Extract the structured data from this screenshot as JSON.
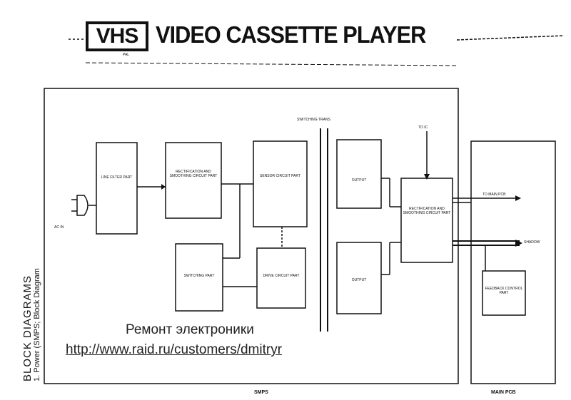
{
  "header": {
    "logo_text": "VHS",
    "logo_sub": "PAL",
    "title": "VIDEO CASSETTE PLAYER"
  },
  "side_title": {
    "line1": "BLOCK DIAGRAMS",
    "line2": "1. Power (SMPS; Block Diagram"
  },
  "blocks": {
    "b1": "LINE FILTER PART",
    "b2": "RECTIFICATION AND SMOOTHING CIRCUIT PART",
    "b3": "SENSOR CIRCUIT PART",
    "b4": "SWITCHING PART",
    "b5": "DRIVE CIRCUIT PART",
    "b6": "OUTPUT",
    "b7": "OUTPUT",
    "b8": "RECTIFICATION AND SMOOTHING CIRCUIT PART",
    "b9": "FEEDBACK CONTROL PART"
  },
  "labels": {
    "ac": "AC IN",
    "transformer": "SWITCHING TRANS",
    "top_in": "TO IC",
    "out1": "TO MAIN PCB",
    "out2": "SHADOW"
  },
  "watermark": {
    "line1": "Ремонт электрoники",
    "line2": "http://www.raid.ru/customers/dmitryr"
  },
  "footer": {
    "left": "SMPS",
    "right": "MAIN PCB"
  }
}
